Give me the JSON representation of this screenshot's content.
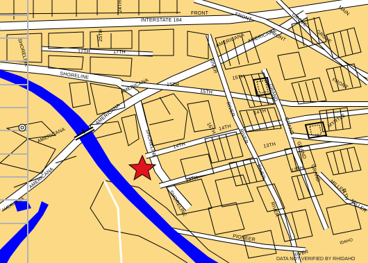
{
  "map": {
    "colors": {
      "land": "#fcd985",
      "water": "#0000ff",
      "street_fill": "#ffffff",
      "outline": "#000000",
      "grid": "#b3b3b3",
      "marker": "#e0141e"
    },
    "streets": {
      "interstate": "INTERSTATE 184",
      "front_1": "FRONT",
      "front_2": "FRONT",
      "front_3": "FRONT",
      "front_4": "FRONT",
      "main": "MAIN",
      "grove_1": "GROVE",
      "grove_2": "GROVE",
      "shoreline_1": "SHORELINE",
      "shoreline_2": "SHORELINE",
      "shoreline_3": "SHORELINE",
      "shoreline_4": "SHORELINE",
      "seventeenth_1": "17TH",
      "seventeenth_2": "17TH",
      "twentyfifth": "25TH",
      "twentyfourth": "24TH",
      "americana_1": "AMERICANA",
      "americana_2": "AMERICANA",
      "americana_3": "AMERICANA",
      "americana_4": "AMERICANA",
      "americana_5": "AMERICANA",
      "americana_6": "AMERICANA",
      "fifteenth_1": "15TH",
      "fifteenth_2": "15TH",
      "fifteenth_3": "15TH",
      "fourteenth_1": "14TH",
      "fourteenth_2": "14TH",
      "fourteenth_3": "14TH",
      "thirteenth_1": "13TH",
      "thirteenth_2": "13TH",
      "twelfth_1": "12TH",
      "eleventh": "11TH",
      "river_1": "RIVER",
      "river_2": "RIVER",
      "river_3": "RIVER",
      "river_4": "RIVER",
      "river_5": "RIVER",
      "grand_1": "GRAND",
      "grand_2": "GRAND",
      "grand_3": "GRAND",
      "myrtle": "MYRTLE",
      "miller_1": "MILLER",
      "miller_2": "MILLER",
      "pioneer": "PIONEER",
      "idaho": "IDAHO",
      "sixteenth": "16TH"
    },
    "disclaimer": "DATA NOT VERIFIED BY RHIDAHO"
  }
}
